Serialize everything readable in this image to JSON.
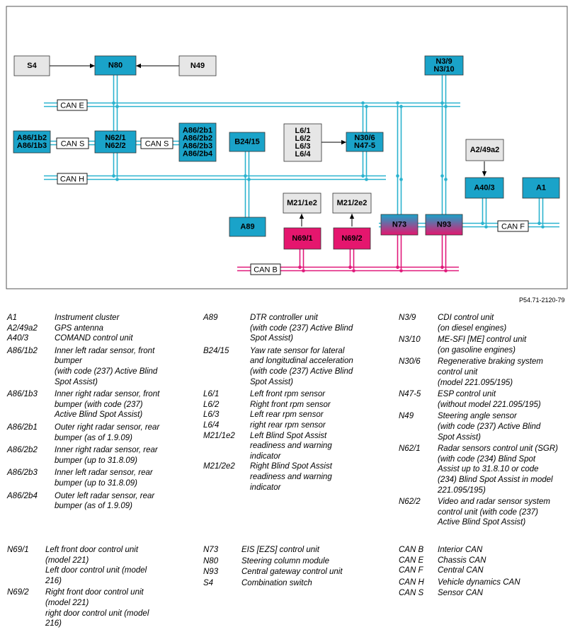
{
  "figure_ref": "P54.71-2120-79",
  "colors": {
    "blue": "#1aa3c9",
    "gray": "#e6e6e6",
    "magenta": "#e5166e",
    "line_blue": "#2ab3cf",
    "line_magenta": "#e0187a"
  },
  "diagram": {
    "boxes": [
      {
        "id": "S4",
        "lines": [
          "S4"
        ],
        "color": "gray"
      },
      {
        "id": "N80",
        "lines": [
          "N80"
        ],
        "color": "blue"
      },
      {
        "id": "N49",
        "lines": [
          "N49"
        ],
        "color": "gray"
      },
      {
        "id": "N3_9",
        "lines": [
          "N3/9",
          "N3/10"
        ],
        "color": "blue"
      },
      {
        "id": "A86_1b",
        "lines": [
          "A86/1b2",
          "A86/1b3"
        ],
        "color": "blue"
      },
      {
        "id": "N62",
        "lines": [
          "N62/1",
          "N62/2"
        ],
        "color": "blue"
      },
      {
        "id": "A86_2b",
        "lines": [
          "A86/2b1",
          "A86/2b2",
          "A86/2b3",
          "A86/2b4"
        ],
        "color": "blue"
      },
      {
        "id": "B24_15",
        "lines": [
          "B24/15"
        ],
        "color": "blue"
      },
      {
        "id": "L6",
        "lines": [
          "L6/1",
          "L6/2",
          "L6/3",
          "L6/4"
        ],
        "color": "gray"
      },
      {
        "id": "N30_6",
        "lines": [
          "N30/6",
          "N47-5"
        ],
        "color": "blue"
      },
      {
        "id": "A2_49a2",
        "lines": [
          "A2/49a2"
        ],
        "color": "gray"
      },
      {
        "id": "A40_3",
        "lines": [
          "A40/3"
        ],
        "color": "blue"
      },
      {
        "id": "A1",
        "lines": [
          "A1"
        ],
        "color": "blue"
      },
      {
        "id": "M21_1e2",
        "lines": [
          "M21/1e2"
        ],
        "color": "gray"
      },
      {
        "id": "M21_2e2",
        "lines": [
          "M21/2e2"
        ],
        "color": "gray"
      },
      {
        "id": "A89",
        "lines": [
          "A89"
        ],
        "color": "blue"
      },
      {
        "id": "N69_1",
        "lines": [
          "N69/1"
        ],
        "color": "magenta"
      },
      {
        "id": "N69_2",
        "lines": [
          "N69/2"
        ],
        "color": "magenta"
      },
      {
        "id": "N73",
        "lines": [
          "N73"
        ],
        "color": "gradient"
      },
      {
        "id": "N93",
        "lines": [
          "N93"
        ],
        "color": "gradient"
      }
    ],
    "bus_labels": [
      {
        "id": "CAN_E",
        "text": "CAN E"
      },
      {
        "id": "CAN_S1",
        "text": "CAN S"
      },
      {
        "id": "CAN_S2",
        "text": "CAN S"
      },
      {
        "id": "CAN_H",
        "text": "CAN H"
      },
      {
        "id": "CAN_F",
        "text": "CAN F"
      },
      {
        "id": "CAN_B",
        "text": "CAN B"
      }
    ]
  },
  "legend": {
    "col1": [
      {
        "code": "A1",
        "desc": [
          "Instrument cluster"
        ]
      },
      {
        "code": "A2/49a2",
        "desc": [
          "GPS antenna"
        ]
      },
      {
        "code": "A40/3",
        "desc": [
          "COMAND control unit"
        ]
      },
      {
        "code": "A86/1b2",
        "desc": [
          "Inner left radar sensor, front",
          "bumper",
          "(with code (237) Active Blind",
          "Spot Assist)"
        ]
      },
      {
        "code": "A86/1b3",
        "desc": [
          "Inner right radar sensor, front",
          "bumper (with code (237)",
          "Active Blind Spot Assist)"
        ]
      },
      {
        "code": "A86/2b1",
        "desc": [
          "Outer right radar sensor, rear",
          "bumper (as of 1.9.09)"
        ]
      },
      {
        "code": "A86/2b2",
        "desc": [
          "Inner right radar sensor, rear",
          "bumper (up to 31.8.09)"
        ]
      },
      {
        "code": "A86/2b3",
        "desc": [
          "Inner left radar sensor, rear",
          "bumper (up to 31.8.09)"
        ]
      },
      {
        "code": "A86/2b4",
        "desc": [
          "Outer left radar sensor, rear",
          "bumper (as of 1.9.09)"
        ]
      }
    ],
    "col2": [
      {
        "code": "A89",
        "desc": [
          "DTR controller unit",
          "(with code (237) Active Blind",
          "Spot Assist)"
        ]
      },
      {
        "code": "B24/15",
        "desc": [
          "Yaw rate sensor for lateral",
          "and longitudinal acceleration",
          "(with code (237) Active Blind",
          "Spot Assist)"
        ]
      },
      {
        "code": "L6/1",
        "desc": [
          "Left front rpm sensor"
        ]
      },
      {
        "code": "L6/2",
        "desc": [
          "Right front rpm sensor"
        ]
      },
      {
        "code": "L6/3",
        "desc": [
          "Left rear rpm sensor"
        ]
      },
      {
        "code": "L6/4",
        "desc": [
          "right rear rpm sensor"
        ]
      },
      {
        "code": "M21/1e2",
        "desc": [
          "Left Blind Spot Assist",
          "readiness and warning",
          "indicator"
        ]
      },
      {
        "code": "M21/2e2",
        "desc": [
          "Right Blind Spot Assist",
          "readiness and warning",
          "indicator"
        ]
      }
    ],
    "col3": [
      {
        "code": "N3/9",
        "desc": [
          "CDI control unit",
          "(on diesel engines)"
        ]
      },
      {
        "code": "N3/10",
        "desc": [
          "ME-SFI [ME] control unit",
          "(on gasoline engines)"
        ]
      },
      {
        "code": "N30/6",
        "desc": [
          "Regenerative braking system",
          "control unit",
          "(model 221.095/195)"
        ]
      },
      {
        "code": "N47-5",
        "desc": [
          "ESP control unit",
          "(without model 221.095/195)"
        ]
      },
      {
        "code": "N49",
        "desc": [
          "Steering angle sensor",
          "(with code (237) Active Blind",
          "Spot Assist)"
        ]
      },
      {
        "code": "N62/1",
        "desc": [
          "Radar sensors control unit (SGR)",
          "(with code (234) Blind Spot",
          "Assist up to 31.8.10 or code",
          "(234) Blind Spot Assist in model",
          "221.095/195)"
        ]
      },
      {
        "code": "N62/2",
        "desc": [
          "Video and radar sensor system",
          "control unit (with code (237)",
          "Active Blind Spot Assist)"
        ]
      }
    ],
    "col4": [
      {
        "code": "N69/1",
        "desc": [
          "Left front door control unit",
          "(model 221)",
          "Left door control unit (model",
          "216)"
        ]
      },
      {
        "code": "N69/2",
        "desc": [
          "Right front door control unit",
          "(model 221)",
          "right door control unit (model",
          "216)"
        ]
      }
    ],
    "col5": [
      {
        "code": "N73",
        "desc": [
          "EIS [EZS] control unit"
        ]
      },
      {
        "code": "N80",
        "desc": [
          "Steering column module"
        ]
      },
      {
        "code": "N93",
        "desc": [
          "Central gateway control unit"
        ]
      },
      {
        "code": "S4",
        "desc": [
          "Combination switch"
        ]
      }
    ],
    "col6": [
      {
        "code": "CAN B",
        "desc": [
          "Interior CAN"
        ]
      },
      {
        "code": "CAN E",
        "desc": [
          "Chassis CAN"
        ]
      },
      {
        "code": "CAN F",
        "desc": [
          "Central CAN"
        ]
      },
      {
        "code": "CAN H",
        "desc": [
          "Vehicle dynamics CAN"
        ]
      },
      {
        "code": "CAN S",
        "desc": [
          "Sensor CAN"
        ]
      }
    ]
  }
}
